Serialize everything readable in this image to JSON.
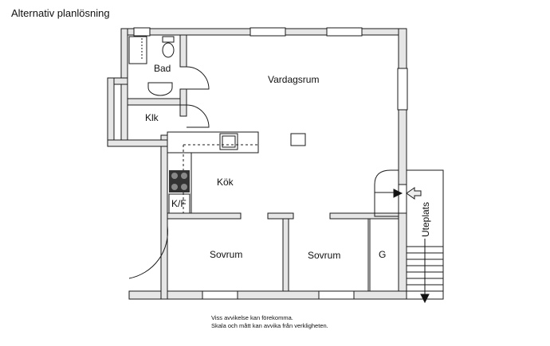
{
  "title": "Alternativ planlösning",
  "rooms": {
    "bad": "Bad",
    "vardagsrum": "Vardagsrum",
    "klk": "Klk",
    "kok": "Kök",
    "kf": "K/F",
    "sovrum_1": "Sovrum",
    "sovrum_2": "Sovrum",
    "g": "G",
    "uteplats": "Uteplats"
  },
  "disclaimer": {
    "line1": "Viss avvikelse kan förekomma.",
    "line2": "Skala och mått kan avvika från verkligheten."
  },
  "colors": {
    "wall": "#e4e4e4",
    "line": "#1a1a1a",
    "window": "#cfd3d7"
  }
}
